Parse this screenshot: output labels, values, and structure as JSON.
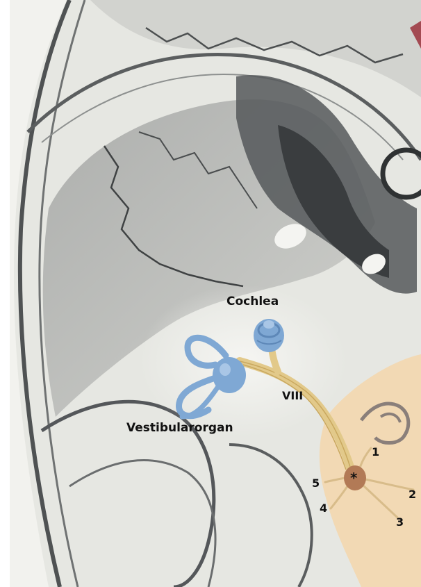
{
  "labels": {
    "cochlea": "Cochlea",
    "vestibular_organ": "Vestibularorgan",
    "nerve": "VIII",
    "nucleus_marker": "*",
    "branches": [
      "1",
      "2",
      "3",
      "4",
      "5"
    ]
  },
  "colors": {
    "paper": "#e4e5e0",
    "tissue_dark": "#55585a",
    "inner_ear": "#7fa8d4",
    "nerve": "#e2c98a",
    "brainstem": "#f2d9b4",
    "nucleus": "#b27a56"
  }
}
